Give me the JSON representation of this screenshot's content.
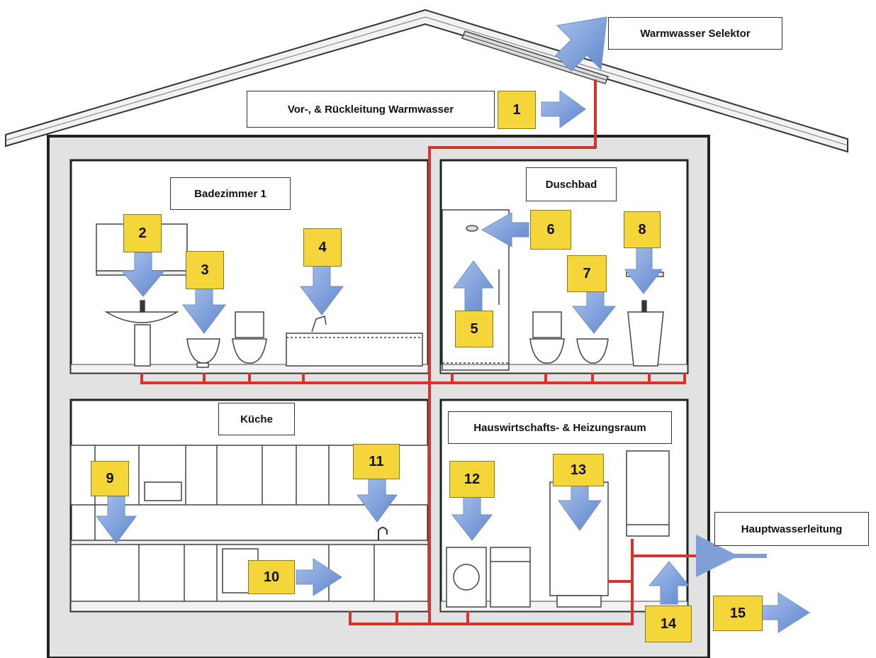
{
  "labels": {
    "selector": "Warmwasser Selektor",
    "circulation": "Vor-, & Rückleitung Warmwasser",
    "bathroom": "Badezimmer 1",
    "shower_room": "Duschbad",
    "kitchen": "Küche",
    "utility_room": "Hauswirtschafts- & Heizungsraum",
    "main_water": "Hauptwasserleitung"
  },
  "markers": [
    "1",
    "2",
    "3",
    "4",
    "5",
    "6",
    "7",
    "8",
    "9",
    "10",
    "11",
    "12",
    "13",
    "14",
    "15"
  ],
  "colors": {
    "pipe": "#d8322a",
    "marker_fill": "#f4d63a",
    "arrow": "#7f9fd6",
    "wall_fill": "#e2e2e2"
  }
}
